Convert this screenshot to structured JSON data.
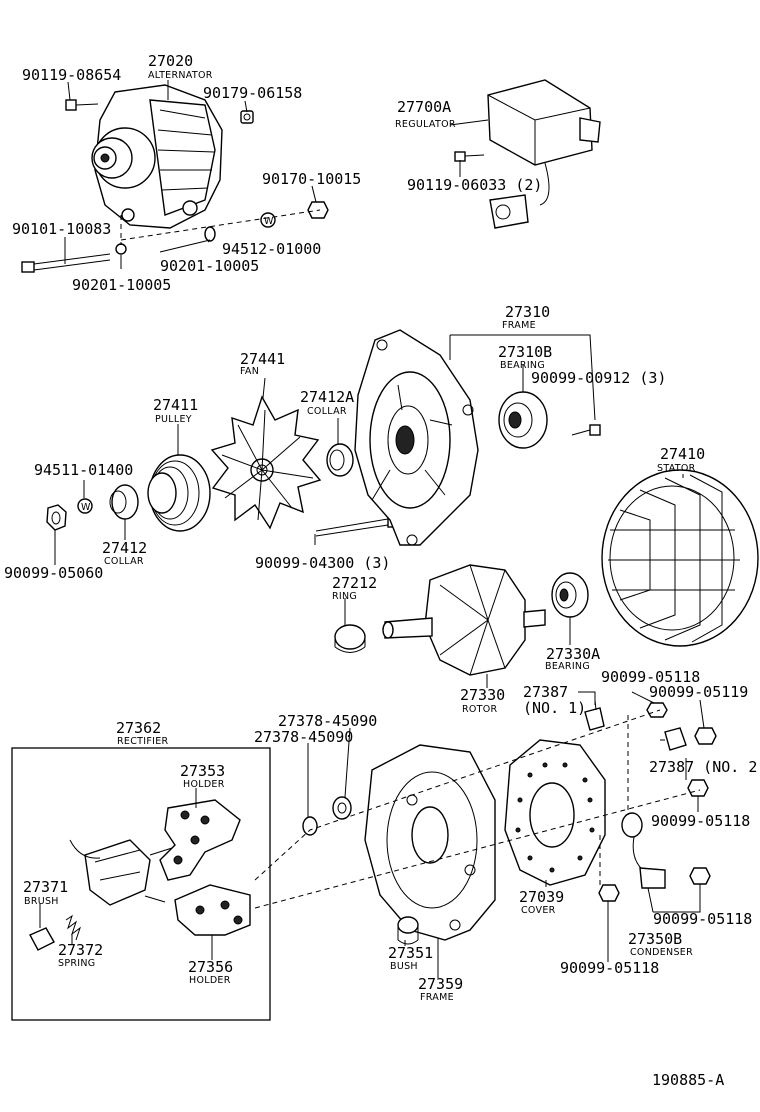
{
  "diagram_id": "190885-A",
  "labels": {
    "p90119_08654": "90119-08654",
    "p27020": "27020",
    "p27020_name": "ALTERNATOR",
    "p90179_06158": "90179-06158",
    "p27700A": "27700A",
    "p27700A_name": "REGULATOR",
    "p90119_06033": "90119-06033 (2)",
    "p90170_10015": "90170-10015",
    "p90101_10083": "90101-10083",
    "p94512_01000": "94512-01000",
    "p90201_10005a": "90201-10005",
    "p90201_10005b": "90201-10005",
    "p27310": "27310",
    "p27310_name": "FRAME",
    "p27310B": "27310B",
    "p27310B_name": "BEARING",
    "p90099_00912": "90099-00912 (3)",
    "p27441": "27441",
    "p27441_name": "FAN",
    "p27412A": "27412A",
    "p27412A_name": "COLLAR",
    "p27411": "27411",
    "p27411_name": "PULLEY",
    "p27410": "27410",
    "p27410_name": "STATOR",
    "p94511_01400": "94511-01400",
    "p27412": "27412",
    "p27412_name": "COLLAR",
    "p90099_05060": "90099-05060",
    "p90099_04300": "90099-04300 (3)",
    "p27212": "27212",
    "p27212_name": "RING",
    "p27330A": "27330A",
    "p27330A_name": "BEARING",
    "p27330": "27330",
    "p27330_name": "ROTOR",
    "p27387_1": "27387",
    "p27387_1_note": "(NO. 1)",
    "p90099_05118a": "90099-05118",
    "p90099_05119": "90099-05119",
    "p27362": "27362",
    "p27362_name": "RECTIFIER",
    "p27378_45090a": "27378-45090",
    "p27378_45090b": "27378-45090",
    "p27353": "27353",
    "p27353_name": "HOLDER",
    "p27387_2": "27387 (NO. 2)",
    "p90099_05118b": "90099-05118",
    "p27371": "27371",
    "p27371_name": "BRUSH",
    "p27372": "27372",
    "p27372_name": "SPRING",
    "p27356": "27356",
    "p27356_name": "HOLDER",
    "p27039": "27039",
    "p27039_name": "COVER",
    "p90099_05118c": "90099-05118",
    "p27350B": "27350B",
    "p27350B_name": "CONDENSER",
    "p27351": "27351",
    "p27351_name": "BUSH",
    "p27359": "27359",
    "p27359_name": "FRAME",
    "p90099_05118d": "90099-05118"
  },
  "marks": {
    "washer_letter": "W"
  }
}
